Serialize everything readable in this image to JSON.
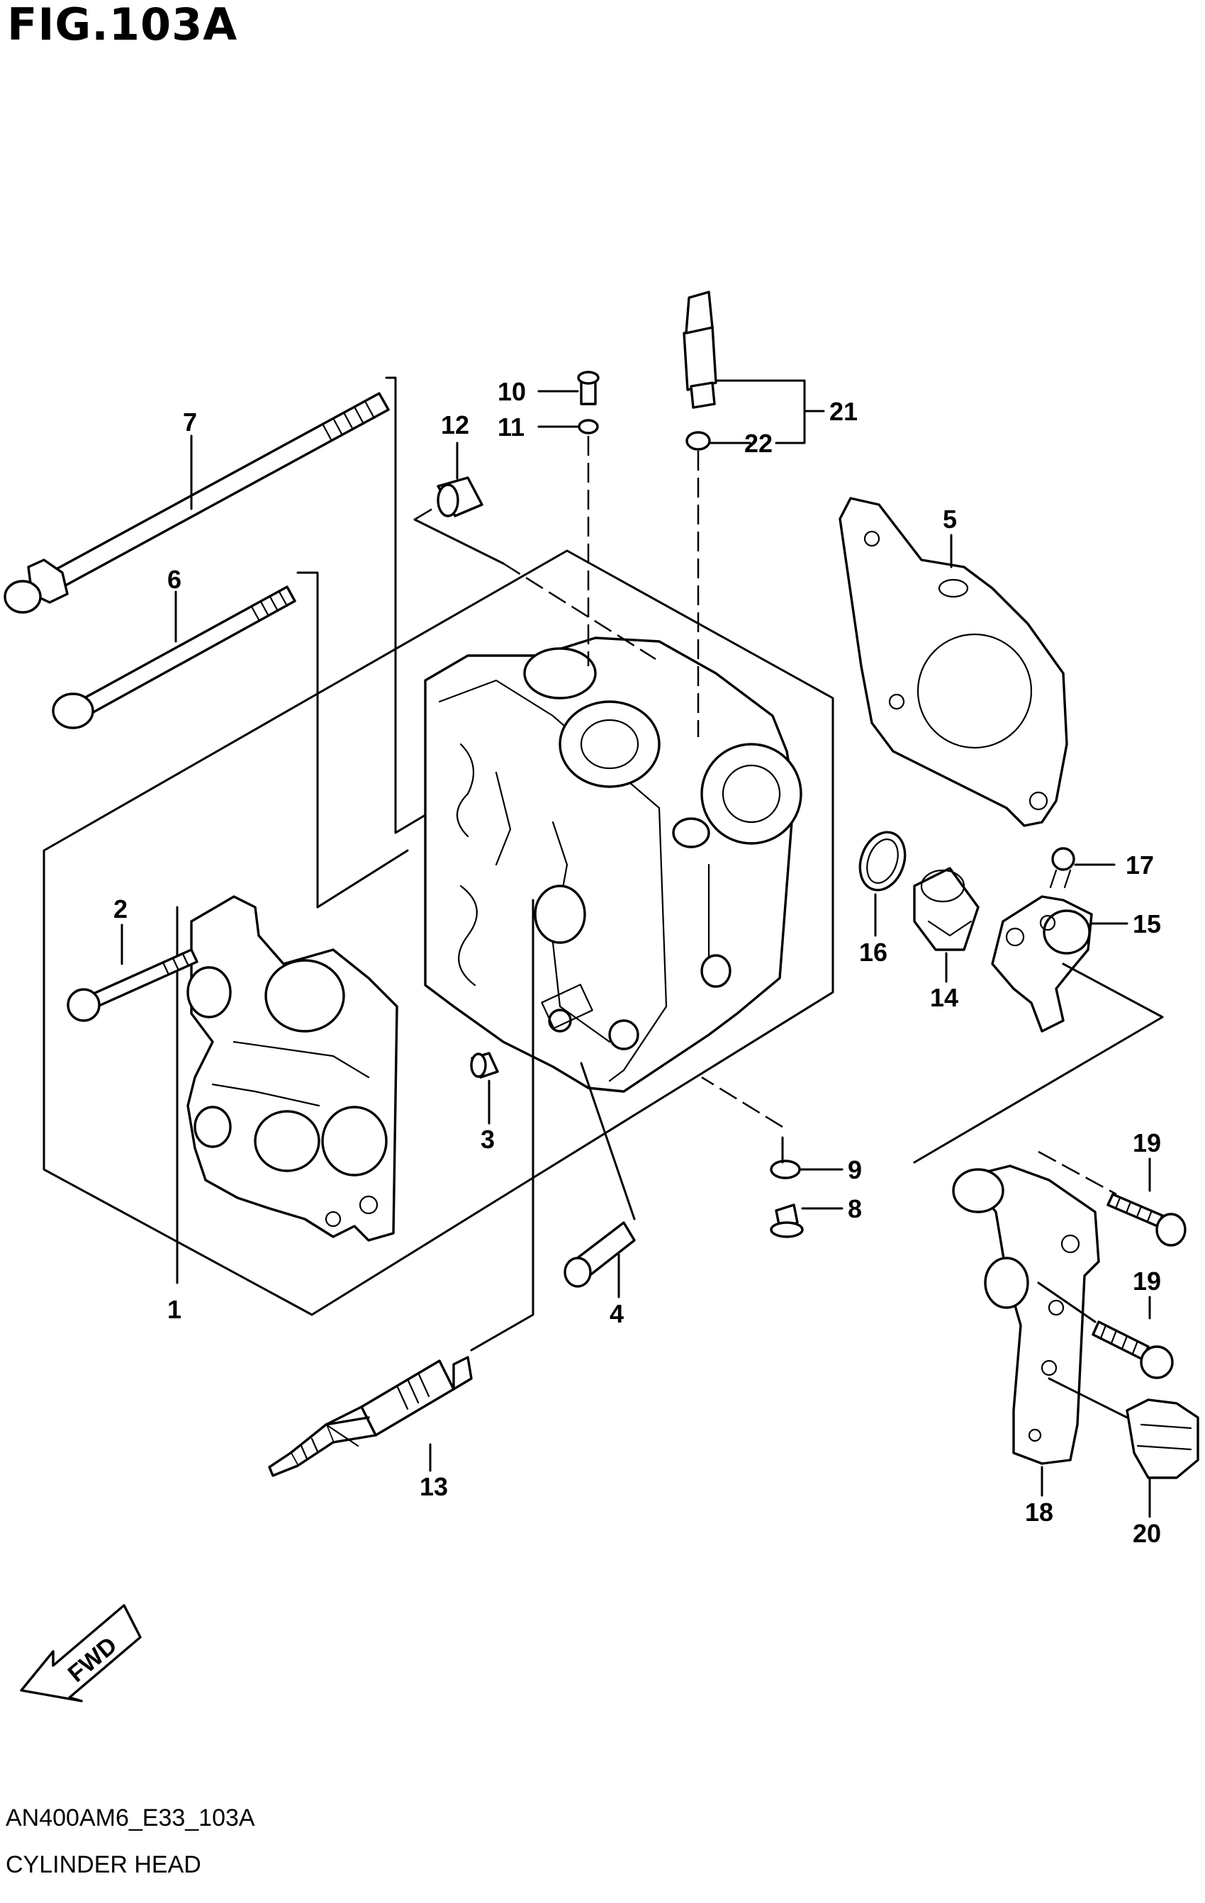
{
  "figure": {
    "title": "FIG.103A",
    "code": "AN400AM6_E33_103A",
    "section": "CYLINDER HEAD"
  },
  "callouts": [
    "1",
    "2",
    "3",
    "4",
    "5",
    "6",
    "7",
    "8",
    "9",
    "10",
    "11",
    "12",
    "13",
    "14",
    "15",
    "16",
    "17",
    "18",
    "19",
    "19",
    "20",
    "21",
    "22"
  ],
  "direction_arrow": {
    "label": "FWD",
    "icon": "fwd-arrow-icon"
  }
}
